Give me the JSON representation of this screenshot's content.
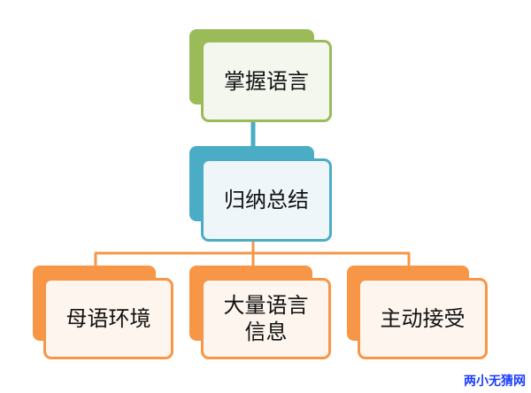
{
  "colors": {
    "green": "#9bbb59",
    "blue": "#4bacc6",
    "orange": "#f79646"
  },
  "nodes": {
    "top": {
      "label": "掌握语言"
    },
    "middle": {
      "label": "归纳总结"
    },
    "bottom": [
      {
        "label": "母语环境"
      },
      {
        "label": "大量语言信息"
      },
      {
        "label": "主动接受"
      }
    ]
  },
  "watermark": "两小无猜网"
}
